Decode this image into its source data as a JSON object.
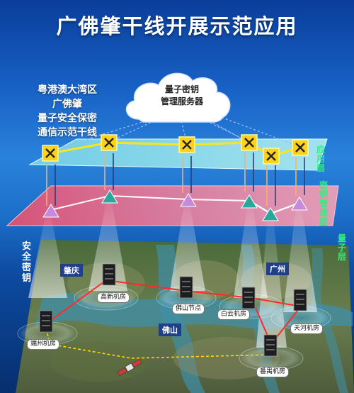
{
  "title": "广佛肇干线开展示范应用",
  "left_note": {
    "lines": [
      "粤港澳大湾区",
      "广佛肇",
      "量子安全保密",
      "通信示范干线"
    ]
  },
  "server": {
    "line1": "量子密钥",
    "line2": "管理服务器"
  },
  "layers": {
    "application": "应用层",
    "key_management": "密钥管理层",
    "quantum": "量子层"
  },
  "secure_key_label": "安全密钥",
  "regions": {
    "zhaoqing": "肇庆",
    "foshan": "佛山",
    "guangzhou": "广州"
  },
  "nodes": {
    "duanzhou": "端州机房",
    "gaoxin": "高新机房",
    "foshan": "佛山节点",
    "baiyun": "白云机房",
    "tianhe": "天河机房",
    "panyu": "番禺机房"
  },
  "colors": {
    "background_top": "#0a3e9a",
    "app_layer": "#7fe3e6",
    "key_layer": "#f26b8a",
    "switch": "#ffd21a",
    "link_yellow": "#ffe41a",
    "link_red": "#ff2b2b",
    "link_dashed": "#ffd800"
  }
}
